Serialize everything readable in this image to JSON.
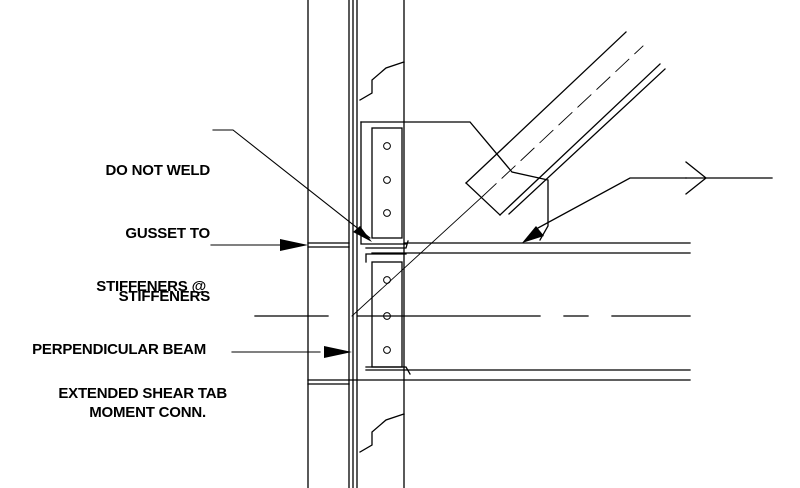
{
  "diagram": {
    "type": "structural-connection-detail",
    "colors": {
      "line": "#000000",
      "background": "#ffffff"
    },
    "callouts": [
      {
        "id": "do-not-weld",
        "lines": [
          "DO NOT WELD",
          "GUSSET TO",
          "STIFFENERS"
        ]
      },
      {
        "id": "stiffeners",
        "lines": [
          "STIFFENERS @",
          "PERPENDICULAR BEAM",
          "MOMENT CONN."
        ]
      },
      {
        "id": "extended-shear-tab",
        "lines": [
          "EXTENDED SHEAR TAB"
        ]
      }
    ]
  }
}
